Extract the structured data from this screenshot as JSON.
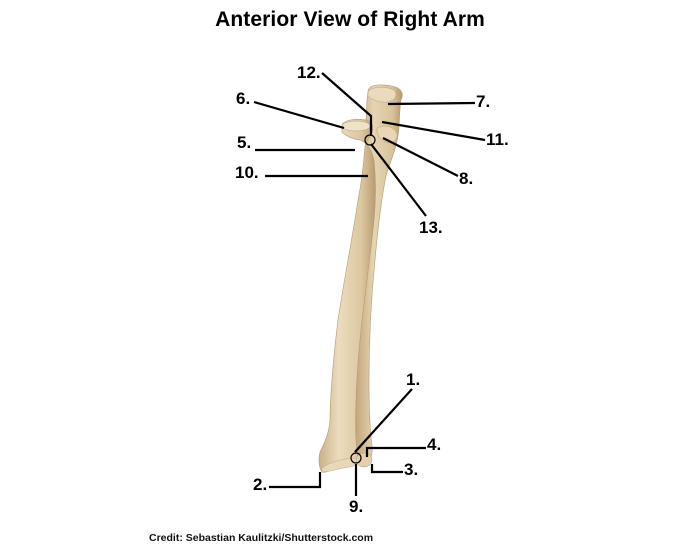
{
  "title": "Anterior View of Right Arm",
  "credit": "Credit: Sebastian Kaulitzki/Shutterstock.com",
  "colors": {
    "bone": "#dcc7a0",
    "bone_light": "#ecdcbd",
    "bone_shadow": "#b8a078",
    "leader_line": "#000000",
    "background": "#ffffff"
  },
  "labels": [
    {
      "id": "1",
      "text": "1."
    },
    {
      "id": "2",
      "text": "2."
    },
    {
      "id": "3",
      "text": "3."
    },
    {
      "id": "4",
      "text": "4."
    },
    {
      "id": "5",
      "text": "5."
    },
    {
      "id": "6",
      "text": "6."
    },
    {
      "id": "7",
      "text": "7."
    },
    {
      "id": "8",
      "text": "8."
    },
    {
      "id": "9",
      "text": "9."
    },
    {
      "id": "10",
      "text": "10."
    },
    {
      "id": "11",
      "text": "11."
    },
    {
      "id": "12",
      "text": "12."
    },
    {
      "id": "13",
      "text": "13."
    }
  ]
}
